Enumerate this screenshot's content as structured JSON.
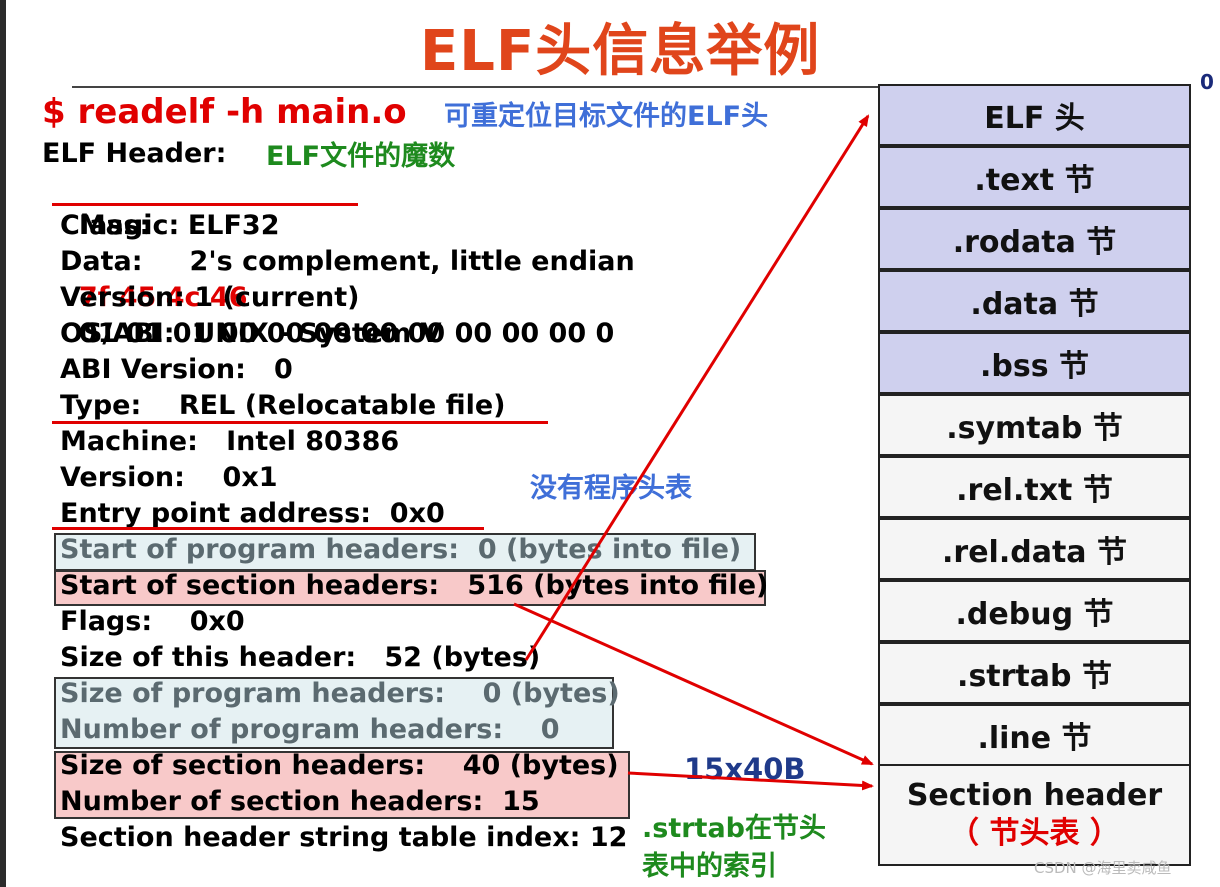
{
  "title": "ELF头信息举例",
  "offset_zero": "0",
  "command": "$ readelf -h main.o",
  "annotations": {
    "relocatable_elf_header": "可重定位目标文件的ELF头",
    "elf_magic": "ELF文件的魔数",
    "no_program_header_table": "没有程序头表",
    "section_table_size": "15x40B",
    "strtab_index_line1": ".strtab在节头",
    "strtab_index_line2": "表中的索引"
  },
  "elf_header": {
    "heading": "ELF Header:",
    "magic_label": "Magic:",
    "magic_highlight": "7f 45 4c 46",
    "magic_rest": "01 01 01 00 00 00 00 00 00 00 00 0",
    "lines": [
      "Class:    ELF32",
      "Data:     2's complement, little endian",
      "Version: 1 (current)",
      "OS/ABI:  UNIX - System V",
      "ABI Version:   0",
      "Type:    REL (Relocatable file)",
      "Machine:   Intel 80386",
      "Version:    0x1",
      "Entry point address:  0x0",
      "Start of program headers:  0 (bytes into file)",
      "Start of section headers:   516 (bytes into file)",
      "Flags:    0x0",
      "Size of this header:   52 (bytes)",
      "Size of program headers:    0 (bytes)",
      "Number of program headers:    0",
      "Size of section headers:    40 (bytes)",
      "Number of section headers:  15",
      "Section header string table index: 12"
    ]
  },
  "sections": [
    [
      "ELF 头",
      "lavender"
    ],
    [
      ".text 节",
      "lavender"
    ],
    [
      ".rodata 节",
      "lavender"
    ],
    [
      ".data 节",
      "lavender"
    ],
    [
      ".bss 节",
      "lavender"
    ],
    [
      ".symtab 节",
      "white"
    ],
    [
      ".rel.txt 节",
      "white"
    ],
    [
      ".rel.data 节",
      "white"
    ],
    [
      ".debug 节",
      "white"
    ],
    [
      ".strtab 节",
      "white"
    ],
    [
      ".line 节",
      "white"
    ]
  ],
  "section_header_block": {
    "label": "Section header",
    "sublabel": "（ 节头表 ）"
  },
  "colors": {
    "title": "#e0451b",
    "red": "#e00000",
    "blue_note": "#3f6fd8",
    "green_note": "#1e8a1e",
    "lavender": "#cfd0ee",
    "gray_box": "#e6f1f3",
    "pink_box": "#f8c9c9"
  },
  "watermark": "CSDN @海里卖咸鱼"
}
